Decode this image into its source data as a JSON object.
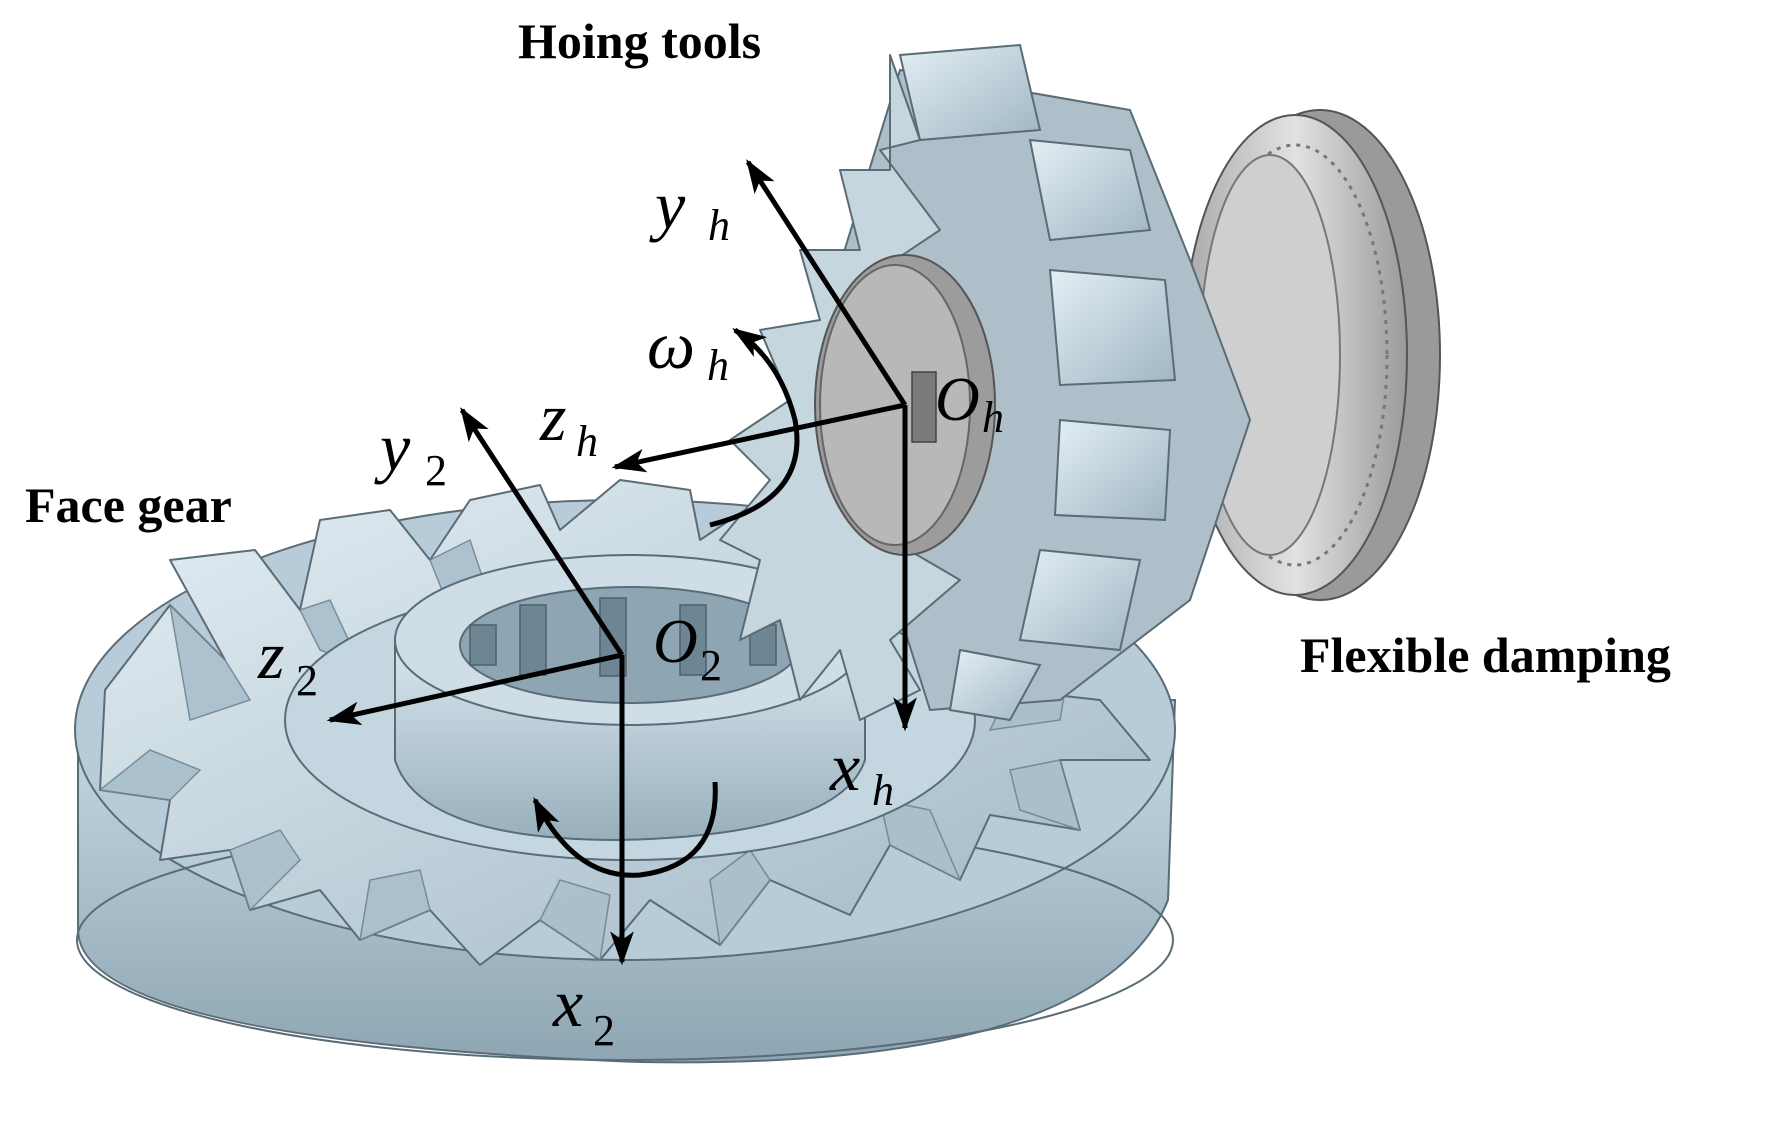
{
  "labels": {
    "hoing_tools": "Hoing tools",
    "face_gear": "Face gear",
    "flexible_damping": "Flexible damping"
  },
  "axes": {
    "tool": {
      "y_var": "y",
      "y_sub": "h",
      "z_var": "z",
      "z_sub": "h",
      "x_var": "x",
      "x_sub": "h",
      "o_var": "O",
      "o_sub": "h",
      "w_var": "ω",
      "w_sub": "h"
    },
    "gear": {
      "y_var": "y",
      "y_sub": "2",
      "z_var": "z",
      "z_sub": "2",
      "x_var": "x",
      "x_sub": "2",
      "o_var": "O",
      "o_sub": "2"
    }
  },
  "colors": {
    "gear_fill": "#b7ccd8",
    "gear_light": "#d4e3ec",
    "gear_dark": "#7f97a4",
    "gear_edge": "#5a6c76",
    "damper_fill": "#c8c8c8",
    "damper_dark": "#8a8a8a",
    "arrow": "#000000"
  }
}
